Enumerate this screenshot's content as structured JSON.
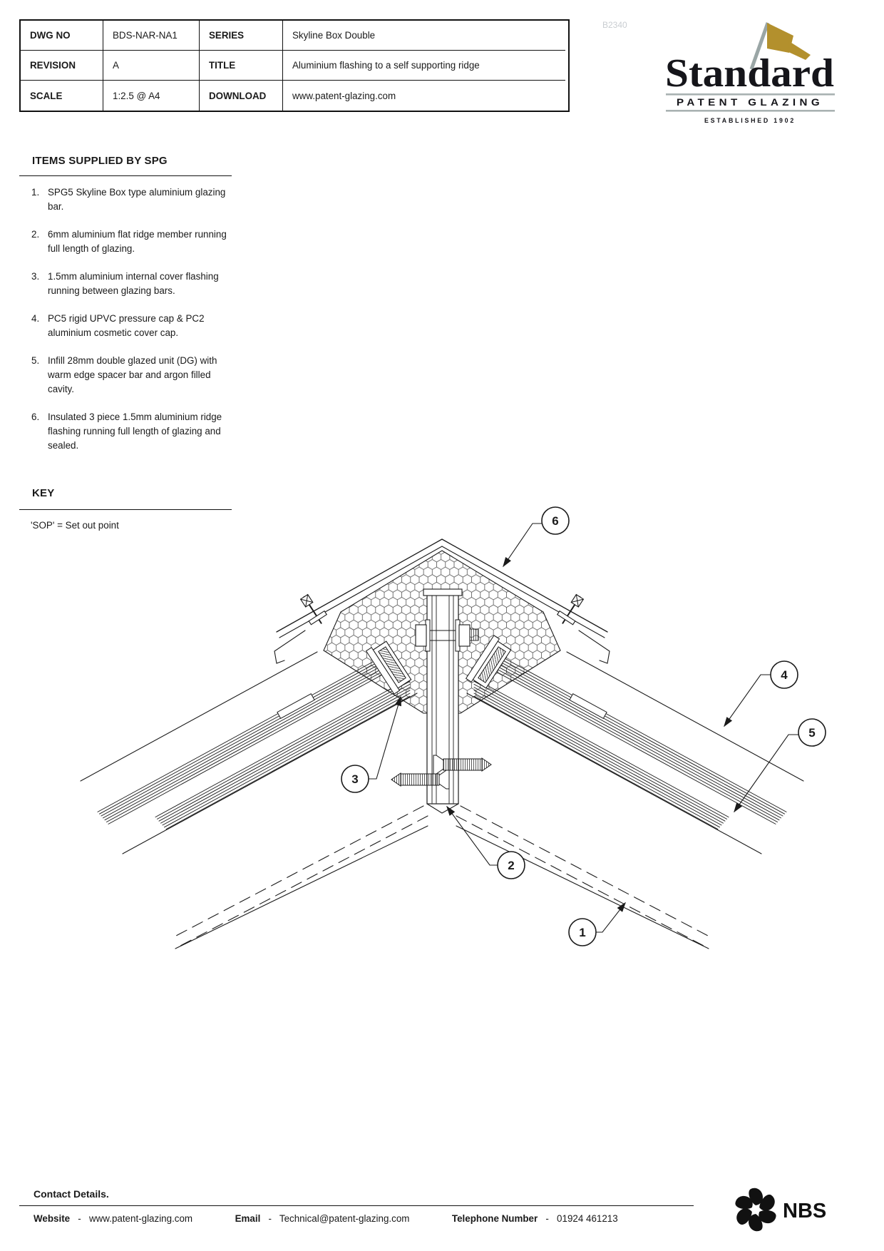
{
  "watermark": "B2340",
  "title_block": {
    "rows": [
      {
        "label1": "DWG NO",
        "value1": "BDS-NAR-NA1",
        "label2": "SERIES",
        "value2": "Skyline Box Double"
      },
      {
        "label1": "REVISION",
        "value1": "A",
        "label2": "TITLE",
        "value2": "Aluminium flashing to a self supporting ridge"
      },
      {
        "label1": "SCALE",
        "value1": "1:2.5 @ A4",
        "label2": "DOWNLOAD",
        "value2": "www.patent-glazing.com"
      }
    ]
  },
  "logo": {
    "name": "Standard",
    "subtitle": "PATENT GLAZING",
    "established": "ESTABLISHED 1902"
  },
  "items_section": {
    "heading": "ITEMS SUPPLIED BY SPG",
    "items": [
      "SPG5 Skyline Box type aluminium glazing bar.",
      "6mm aluminium flat ridge member running full length of glazing.",
      "1.5mm aluminium internal cover flashing running between glazing bars.",
      "PC5 rigid UPVC pressure cap & PC2 aluminium cosmetic cover cap.",
      "Infill 28mm double glazed unit (DG) with warm edge spacer bar and argon filled cavity.",
      "Insulated 3 piece 1.5mm aluminium ridge flashing running full length of glazing and sealed."
    ]
  },
  "key_section": {
    "heading": "KEY",
    "note": "'SOP' = Set out point"
  },
  "drawing": {
    "callouts": [
      "1",
      "2",
      "3",
      "4",
      "5",
      "6"
    ]
  },
  "footer": {
    "heading": "Contact Details.",
    "website_label": "Website",
    "website": "www.patent-glazing.com",
    "email_label": "Email",
    "email": "Technical@patent-glazing.com",
    "phone_label": "Telephone Number",
    "phone": "01924 461213",
    "sep": "-",
    "nbs": "NBS"
  },
  "colors": {
    "gold": "#b3902d",
    "pole_gray": "#9aa6a6",
    "rule_gray": "#a9b2b2",
    "line": "#1a1a1a",
    "watermark_gray": "#c9cdd1"
  }
}
